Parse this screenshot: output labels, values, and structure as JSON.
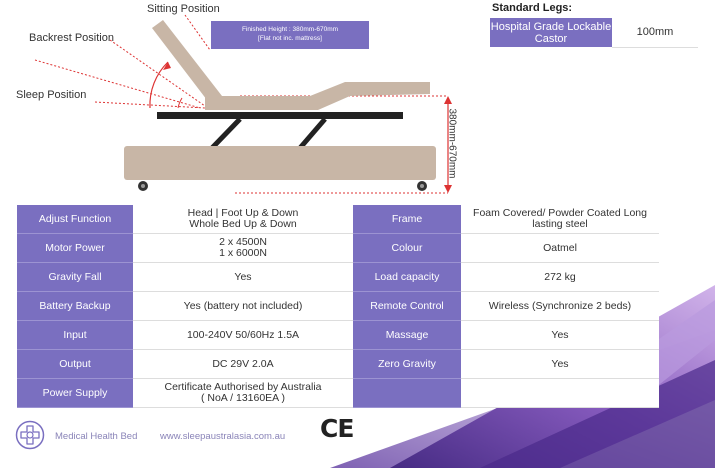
{
  "diagram": {
    "sitting_label": "Sitting Position",
    "backrest_label": "Backrest Position",
    "sleep_label": "Sleep Position",
    "finished_height": "Finished Height : 380mm-670mm",
    "finished_note": "[Flat not inc. mattress]",
    "height_range": "380mm-670mm"
  },
  "legs": {
    "title": "Standard Legs:",
    "key": "Hospital Grade Lockable Castor",
    "value": "100mm"
  },
  "specs": [
    {
      "k1": "Adjust Function",
      "v1": "Head | Foot Up & Down\nWhole Bed Up & Down",
      "k2": "Frame",
      "v2": "Foam Covered/ Powder Coated Long lasting steel"
    },
    {
      "k1": "Motor Power",
      "v1": "2 x 4500N\n1 x 6000N",
      "k2": "Colour",
      "v2": "Oatmel"
    },
    {
      "k1": "Gravity Fall",
      "v1": "Yes",
      "k2": "Load capacity",
      "v2": "272 kg"
    },
    {
      "k1": "Battery Backup",
      "v1": "Yes (battery not included)",
      "k2": "Remote Control",
      "v2": "Wireless (Synchronize 2 beds)"
    },
    {
      "k1": "Input",
      "v1": "100-240V 50/60Hz 1.5A",
      "k2": "Massage",
      "v2": "Yes"
    },
    {
      "k1": "Output",
      "v1": "DC 29V 2.0A",
      "k2": "Zero Gravity",
      "v2": "Yes"
    },
    {
      "k1": "Power Supply",
      "v1": "Certificate Authorised by Australia\n( NoA / 13160EA )",
      "k2": "",
      "v2": ""
    }
  ],
  "footer": {
    "brand": "Medical Health Bed",
    "url": "www.sleepaustralasia.com.au",
    "ce": "CE"
  },
  "colors": {
    "accent": "#7a6fc0",
    "bed": "#c8b6a6",
    "frame": "#222222"
  }
}
